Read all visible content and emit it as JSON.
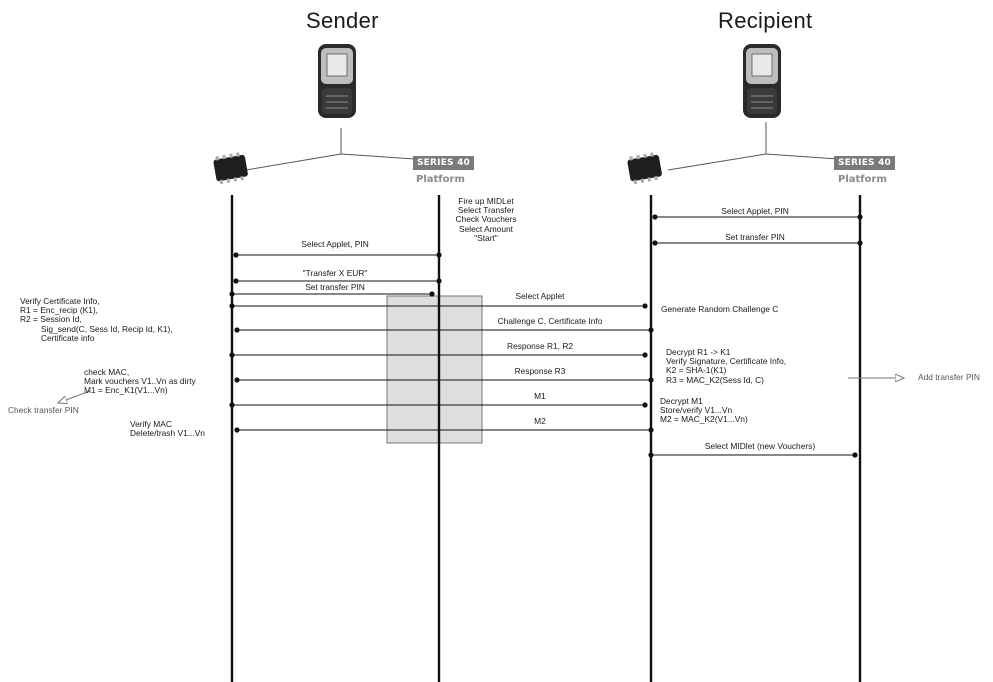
{
  "actors": {
    "sender": {
      "title": "Sender",
      "badge": "SERIES 40",
      "platform": "Platform",
      "phone_icon": "mobile-phone-icon",
      "chip_icon": "smartcard-chip-icon"
    },
    "recipient": {
      "title": "Recipient",
      "badge": "SERIES 40",
      "platform": "Platform",
      "phone_icon": "mobile-phone-icon",
      "chip_icon": "smartcard-chip-icon"
    }
  },
  "notes": {
    "sender_platform_steps": "Fire up MIDLet\nSelect Transfer\nCheck Vouchers\nSelect Amount\n\"Start\"",
    "verify_cert": "Verify Certificate Info,\nR1 = Enc_recip (K1),\nR2 = Session Id,\n         Sig_send(C, Sess Id, Recip Id, K1),\n         Certificate info",
    "check_mac": "check MAC,\nMark vouchers V1..Vn as dirty\nM1 = Enc_K1(V1...Vn)",
    "check_transfer_pin": "Check transfer PIN",
    "verify_mac": "Verify MAC\nDelete/trash V1...Vn",
    "generate_challenge": "Generate Random Challenge C",
    "decrypt_r1": "Decrypt R1 -> K1\nVerify Signature, Certificate Info,\nK2 = SHA-1(K1)\nR3 = MAC_K2(Sess Id, C)",
    "decrypt_m1": "Decrypt M1\nStore/verify V1...Vn\nM2 = MAC_K2(V1...Vn)",
    "add_transfer_pin": "Add transfer PIN"
  },
  "messages": {
    "select_applet_pin_recipient": "Select Applet, PIN",
    "set_transfer_pin_recipient": "Set transfer PIN",
    "select_applet_pin_sender": "Select Applet, PIN",
    "transfer_x_eur": "\"Transfer X EUR\"",
    "set_transfer_pin_sender": "Set transfer PIN",
    "select_applet": "Select Applet",
    "challenge": "Challenge C, Certificate Info",
    "response_r1_r2": "Response R1, R2",
    "response_r3": "Response R3",
    "m1": "M1",
    "m2": "M2",
    "select_midlet": "Select MIDlet (new Vouchers)"
  }
}
